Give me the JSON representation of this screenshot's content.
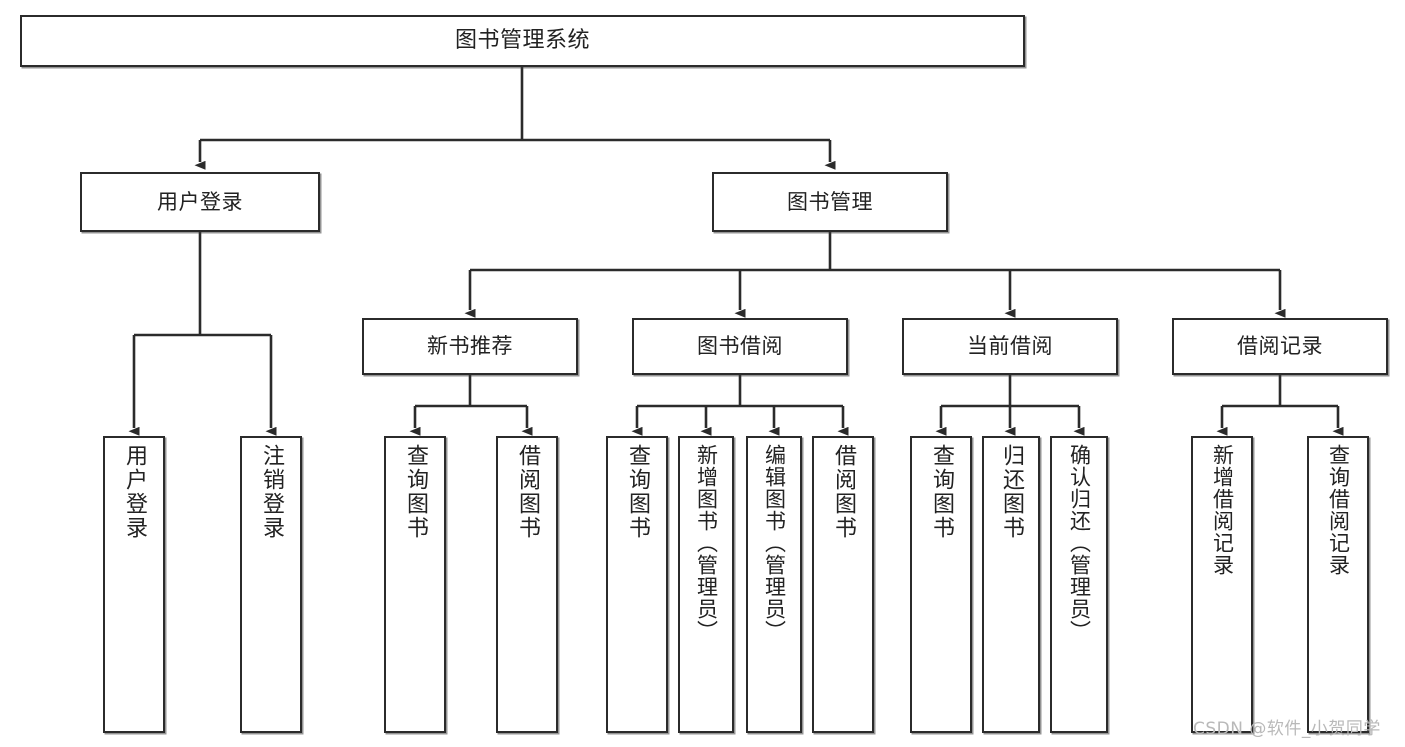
{
  "diagram": {
    "title": "图书管理系统",
    "type": "tree-hierarchy-chart",
    "orientation": "top-down",
    "arrow_style": "solid-filled-triangle",
    "colors": {
      "box_border": "#2b2b2b",
      "box_fill": "#ffffff",
      "edge": "#2b2b2b",
      "text": "#222222",
      "watermark": "#b9b9b9"
    }
  },
  "root": {
    "label": "图书管理系统"
  },
  "level1": [
    {
      "label": "用户登录"
    },
    {
      "label": "图书管理"
    }
  ],
  "level2": [
    {
      "label": "新书推荐"
    },
    {
      "label": "图书借阅"
    },
    {
      "label": "当前借阅"
    },
    {
      "label": "借阅记录"
    }
  ],
  "leaves": {
    "user_login": [
      {
        "label": "用户登录"
      },
      {
        "label": "注销登录"
      }
    ],
    "new_book_recommend": [
      {
        "label": "查询图书"
      },
      {
        "label": "借阅图书"
      }
    ],
    "book_borrow": [
      {
        "label": "查询图书"
      },
      {
        "label": "新增图书（管理员）"
      },
      {
        "label": "编辑图书（管理员）"
      },
      {
        "label": "借阅图书"
      }
    ],
    "current_borrow": [
      {
        "label": "查询图书"
      },
      {
        "label": "归还图书"
      },
      {
        "label": "确认归还（管理员）"
      }
    ],
    "borrow_record": [
      {
        "label": "新增借阅记录"
      },
      {
        "label": "查询借阅记录"
      }
    ]
  },
  "watermark": {
    "text": "CSDN @软件_小贺同学"
  }
}
